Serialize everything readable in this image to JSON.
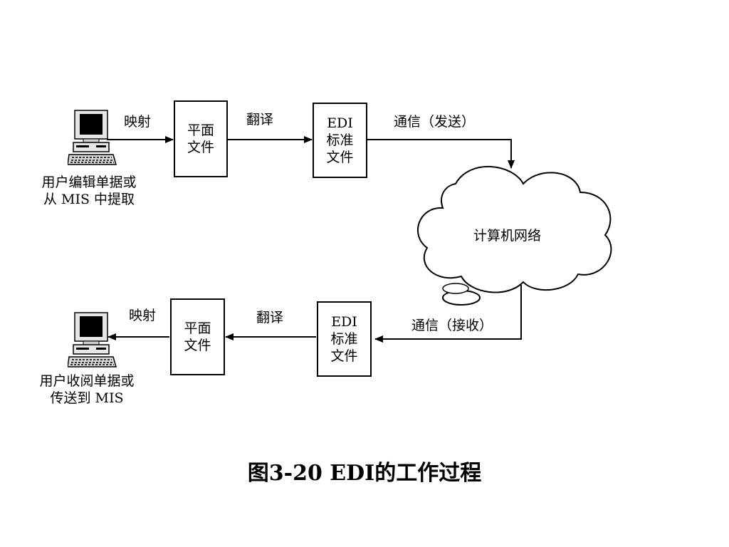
{
  "top": {
    "user_caption": [
      "用户编辑单据或",
      "从 MIS 中提取"
    ],
    "map_label": "映射",
    "flat_file": [
      "平面",
      "文件"
    ],
    "translate_label": "翻译",
    "edi_file": [
      "EDI",
      "标准",
      "文件"
    ],
    "send_label": "通信（发送）"
  },
  "network": {
    "label": "计算机网络"
  },
  "bottom": {
    "receive_label": "通信（接收）",
    "edi_file": [
      "EDI",
      "标准",
      "文件"
    ],
    "translate_label": "翻译",
    "flat_file": [
      "平面",
      "文件"
    ],
    "map_label": "映射",
    "user_caption": [
      "用户收阅单据或",
      "传送到 MIS"
    ]
  },
  "figure_title": "图3-20  EDI的工作过程",
  "icons": {
    "computer": "desktop-computer-icon",
    "cloud": "cloud-network-icon"
  }
}
